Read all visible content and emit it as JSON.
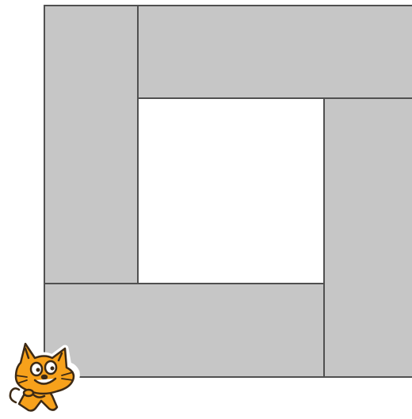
{
  "canvas": {
    "background_color": "#ffffff"
  },
  "diagram": {
    "description_type": "pinwheel-rectangles",
    "rect_fill_color": "#c6c6c6",
    "rect_stroke_color": "#505050",
    "center_fill_color": "#ffffff",
    "rectangles": [
      {
        "name": "left-vertical-rect"
      },
      {
        "name": "top-horizontal-rect"
      },
      {
        "name": "right-vertical-rect"
      },
      {
        "name": "bottom-horizontal-rect"
      }
    ],
    "center": {
      "name": "center-square"
    }
  },
  "sprite": {
    "icon": "scratch-cat-icon",
    "body_color": "#f7a11b",
    "outline_color": "#3d2a15"
  }
}
